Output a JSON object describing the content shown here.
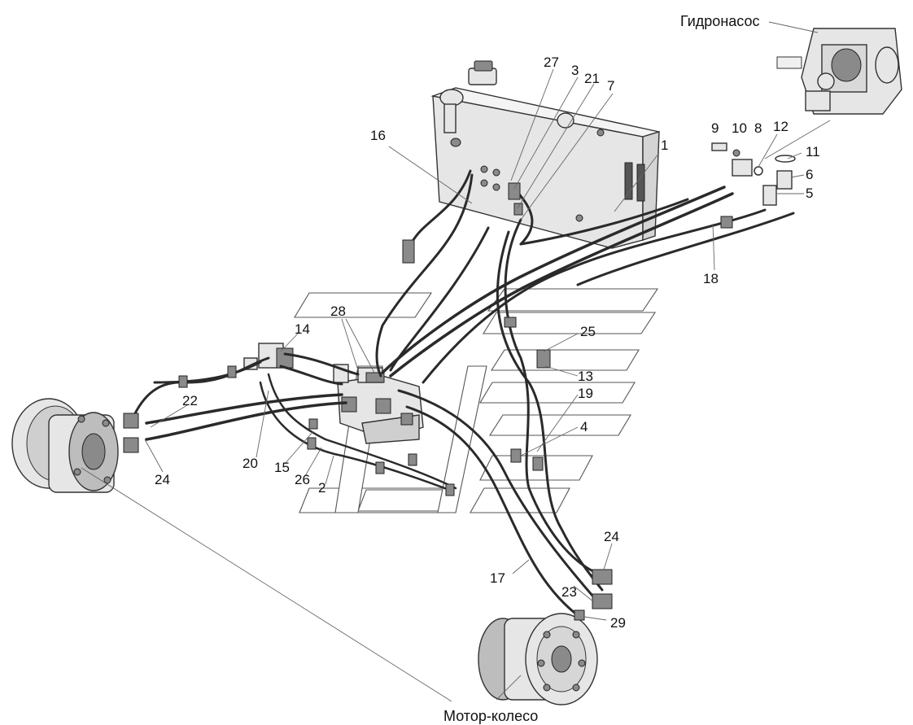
{
  "captions": {
    "pump": "Гидронасос",
    "wheel_motor": "Мотор-колесо"
  },
  "callouts": {
    "c1": "1",
    "c2": "2",
    "c3": "3",
    "c4": "4",
    "c5": "5",
    "c6": "6",
    "c7": "7",
    "c8": "8",
    "c9": "9",
    "c10": "10",
    "c11": "11",
    "c12": "12",
    "c13": "13",
    "c14": "14",
    "c15": "15",
    "c16": "16",
    "c17": "17",
    "c18": "18",
    "c19": "19",
    "c20": "20",
    "c21": "21",
    "c22": "22",
    "c23": "23",
    "c24a": "24",
    "c24b": "24",
    "c25": "25",
    "c26": "26",
    "c27": "27",
    "c28": "28",
    "c29": "29"
  }
}
